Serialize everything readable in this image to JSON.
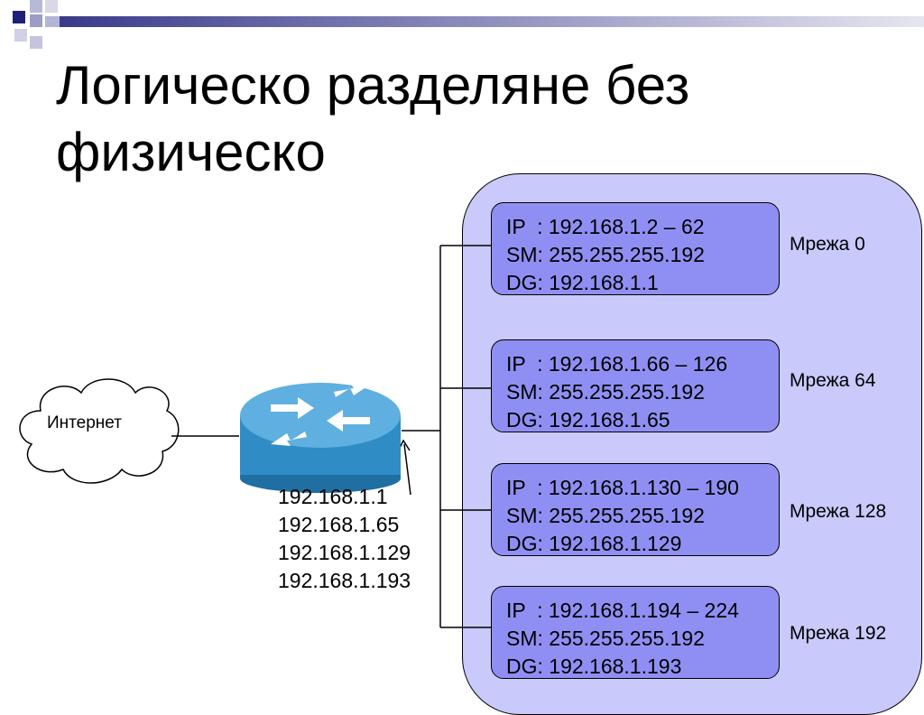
{
  "slide": {
    "title": "Логическо разделяне без физическо"
  },
  "internet": {
    "label": "Интернет"
  },
  "router": {
    "interfaces": [
      "192.168.1.1",
      "192.168.1.65",
      "192.168.1.129",
      "192.168.1.193"
    ]
  },
  "subnets": [
    {
      "ip": "IP  : 192.168.1.2 – 62",
      "sm": "SM: 255.255.255.192",
      "dg": "DG: 192.168.1.1",
      "label": "Мрежа 0"
    },
    {
      "ip": "IP  : 192.168.1.66 – 126",
      "sm": "SM: 255.255.255.192",
      "dg": "DG: 192.168.1.65",
      "label": "Мрежа 64"
    },
    {
      "ip": "IP  : 192.168.1.130 – 190",
      "sm": "SM: 255.255.255.192",
      "dg": "DG: 192.168.1.129",
      "label": "Мрежа 128"
    },
    {
      "ip": "IP  : 192.168.1.194 – 224",
      "sm": "SM: 255.255.255.192",
      "dg": "DG: 192.168.1.193",
      "label": "Мрежа 192"
    }
  ],
  "colors": {
    "group_fill": "#c9c9fb",
    "subnet_fill": "#8f8ff3",
    "router_body": "#2f8cc4",
    "accent_blue": "#2e3192"
  }
}
